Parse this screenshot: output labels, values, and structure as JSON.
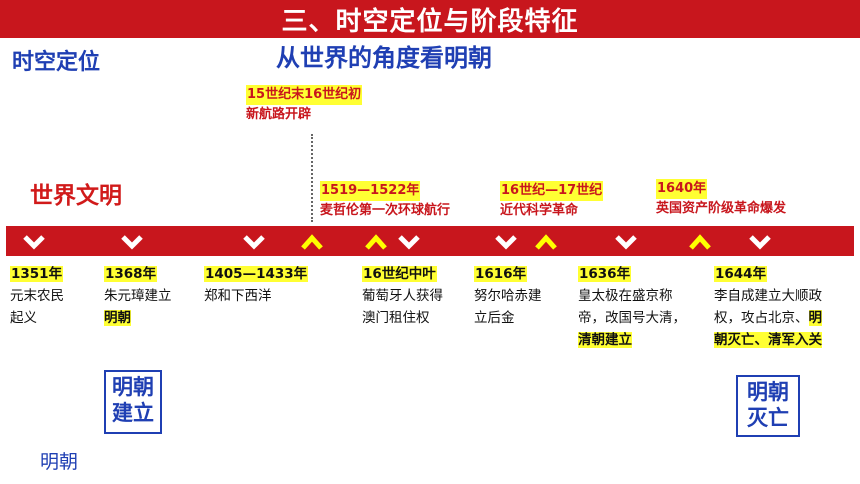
{
  "slide": {
    "title": "三、时空定位与阶段特征",
    "section_label": "时空定位",
    "subtitle": "从世界的角度看明朝",
    "world_civilization_label": "世界文明",
    "footer_label": "明朝"
  },
  "world_events": [
    {
      "year": "15世纪末16世纪初",
      "desc": "新航路开辟"
    },
    {
      "year": "1519—1522年",
      "desc": "麦哲伦第一次环球航行"
    },
    {
      "year": "16世纪—17世纪",
      "desc": "近代科学革命"
    },
    {
      "year": "1640年",
      "desc": "英国资产阶级革命爆发"
    }
  ],
  "china_events": [
    {
      "year": "1351年",
      "lines": [
        "元末农民",
        "起义"
      ],
      "highlight": ""
    },
    {
      "year": "1368年",
      "lines": [
        "朱元璋建立"
      ],
      "highlight": "明朝"
    },
    {
      "year": "1405—1433年",
      "lines": [
        "郑和下西洋"
      ],
      "highlight": ""
    },
    {
      "year": "16世纪中叶",
      "lines": [
        "葡萄牙人获得",
        "澳门租住权"
      ],
      "highlight": ""
    },
    {
      "year": "1616年",
      "lines": [
        "努尔哈赤建",
        "立后金"
      ],
      "highlight": ""
    },
    {
      "year": "1636年",
      "lines": [
        "皇太极在盛京称",
        "帝，改国号大清，"
      ],
      "highlight": "清朝建立"
    },
    {
      "year": "1644年",
      "lines": [
        "李自成建立大顺政",
        "权，攻占北京、"
      ],
      "line2_highlight": "明",
      "line3_highlight": "朝灭亡、清军入关"
    }
  ],
  "boxes": {
    "ming_founded": [
      "明朝",
      "建立"
    ],
    "ming_fallen": [
      "明朝",
      "灭亡"
    ]
  },
  "colors": {
    "title_bg": "#c8161d",
    "timeline": "#c8161d",
    "accent_blue": "#1f3fb3",
    "highlight": "#ffff33",
    "marker_down": "#ffffff",
    "marker_up": "#ffff00"
  },
  "icons": {
    "down_marker": "chevron-down-icon",
    "up_marker": "chevron-up-icon"
  }
}
